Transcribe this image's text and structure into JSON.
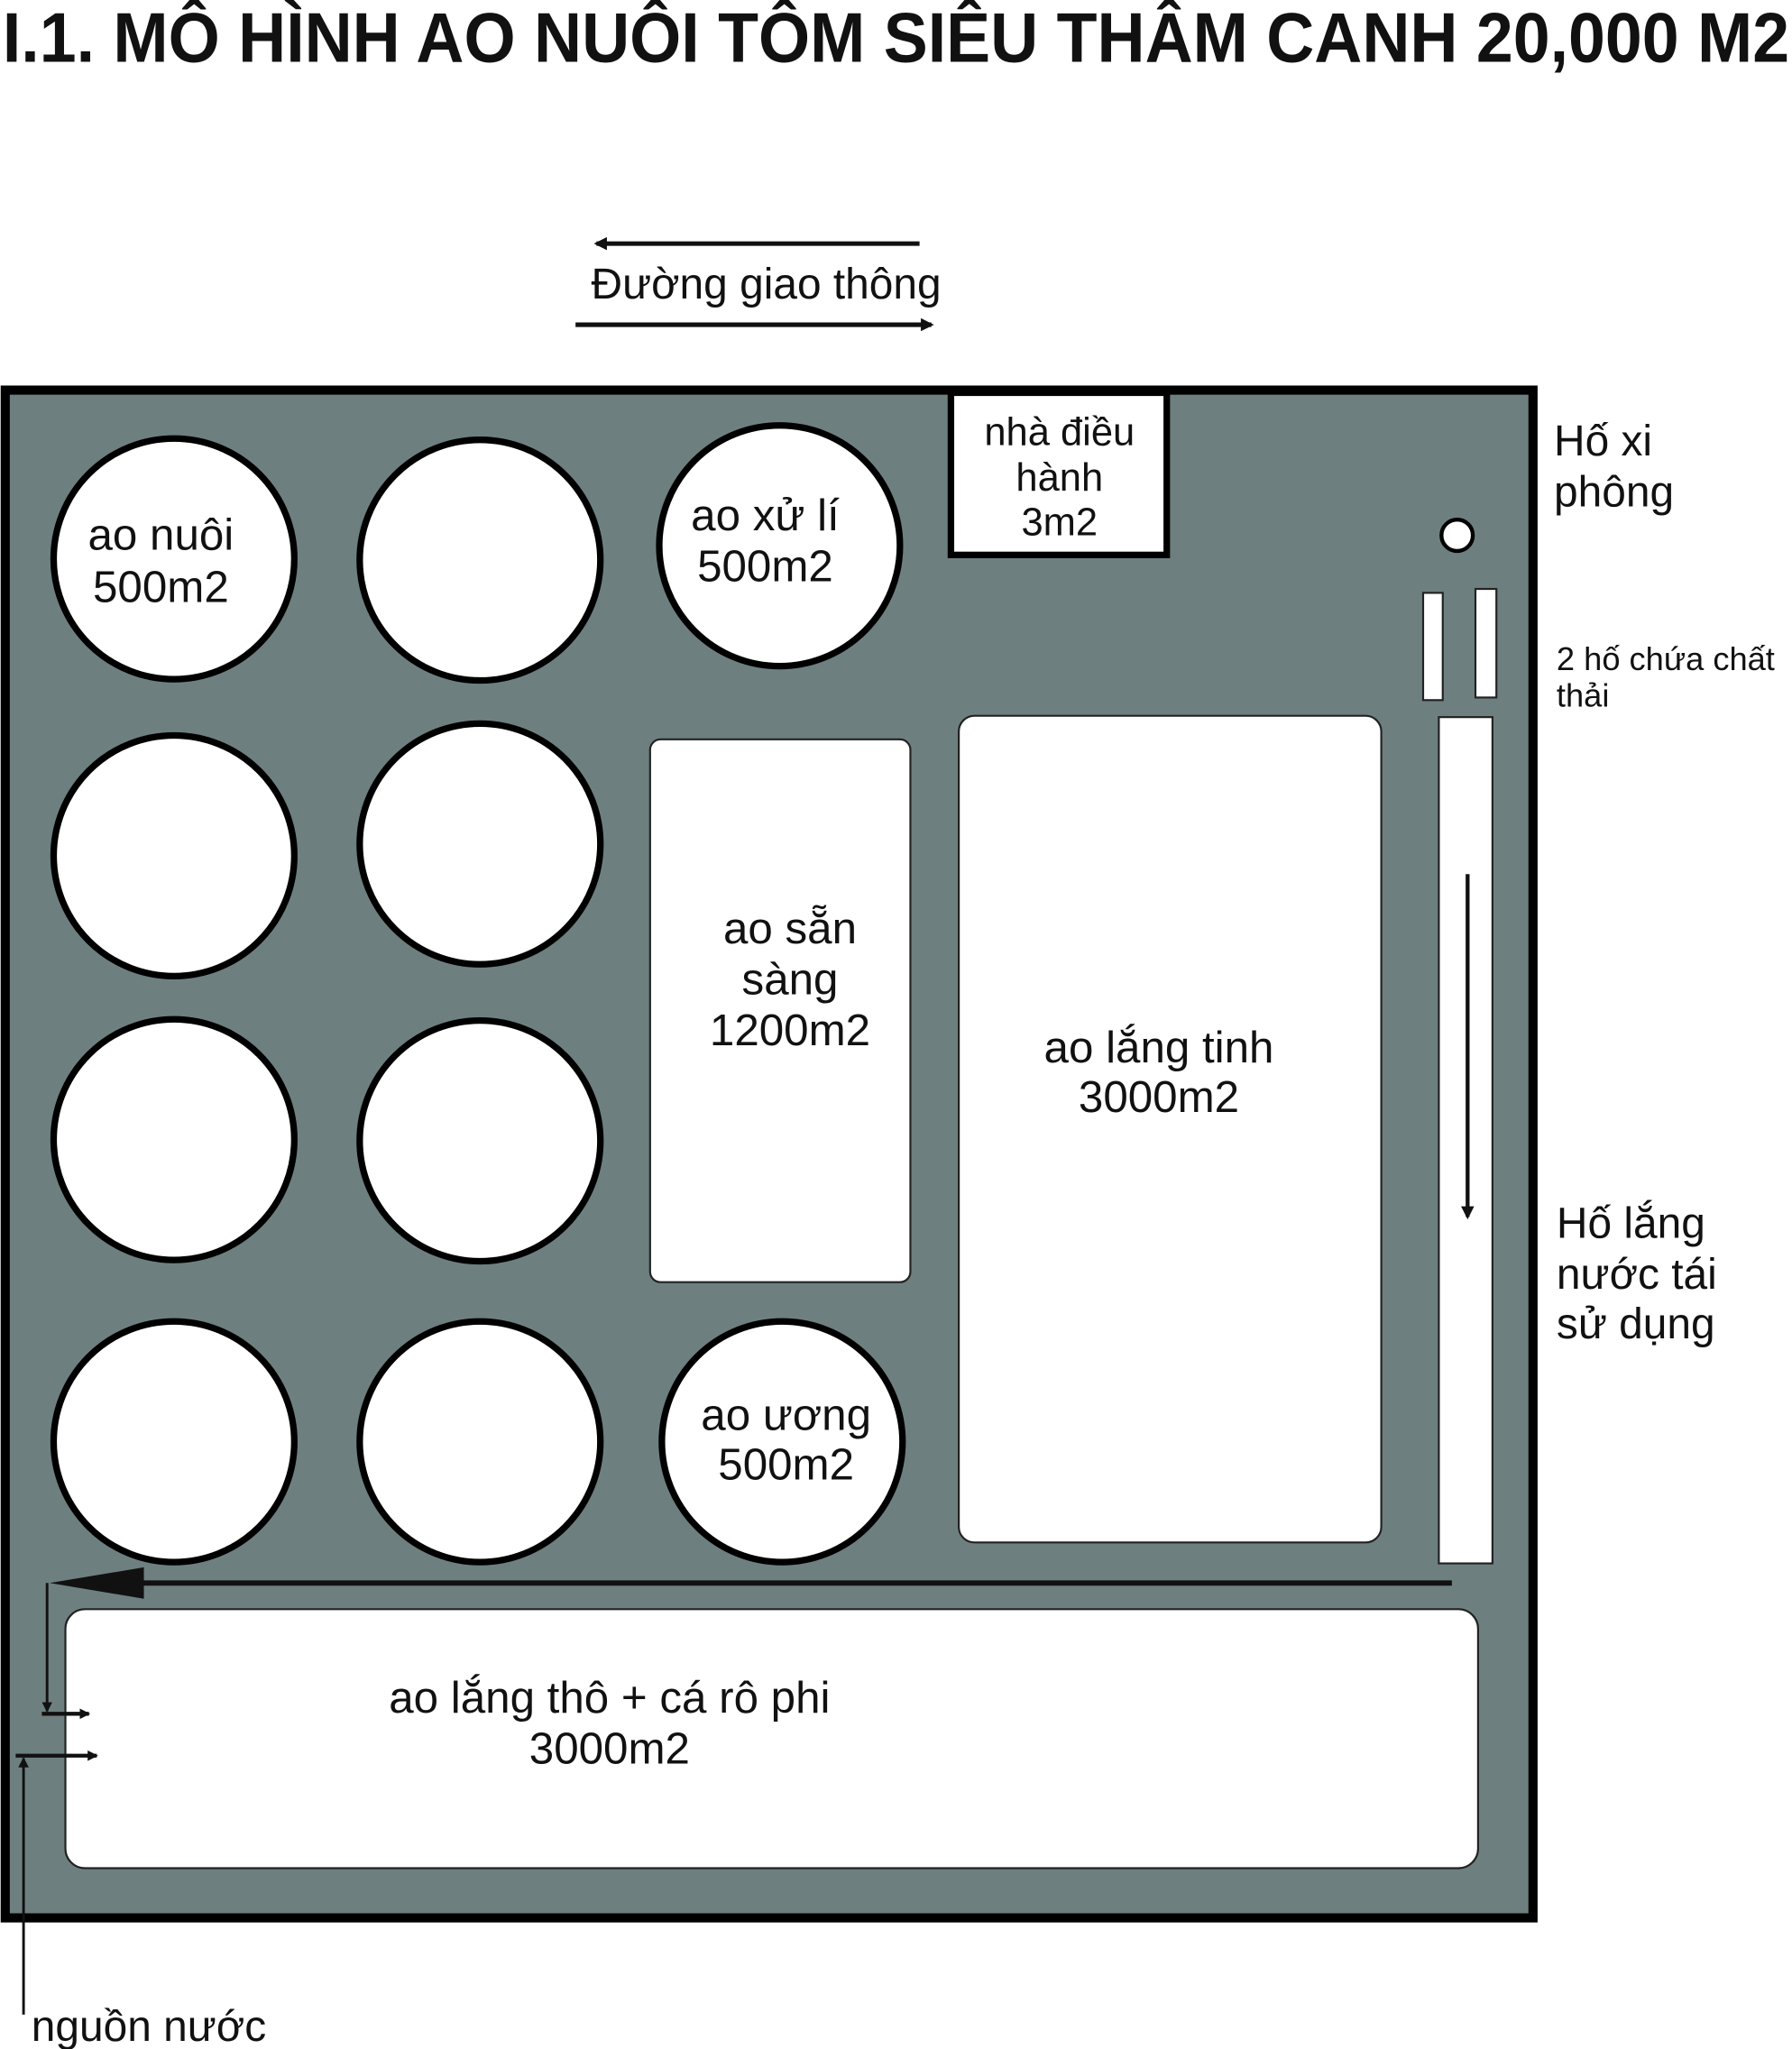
{
  "title": "I.1. MÔ HÌNH AO NUÔI TÔM SIÊU THÂM CANH 20,000 M2",
  "road": {
    "label": "Đường giao  thông"
  },
  "office": {
    "line1": "nhà điều",
    "line2": "hành",
    "line3": "3m2"
  },
  "ponds": {
    "grow": {
      "line1": "ao nuôi",
      "line2": "500m2"
    },
    "treatment": {
      "line1": "ao xử lí",
      "line2": "500m2"
    },
    "ready": {
      "line1": "ao sẵn",
      "line2": "sàng",
      "line3": "1200m2"
    },
    "fine_settling": {
      "line1": "ao lắng tinh",
      "line2": "3000m2"
    },
    "nursery": {
      "line1": "ao ương",
      "line2": "500m2"
    },
    "coarse_settling": {
      "line1": "ao lắng thô + cá rô phi",
      "line2": "3000m2"
    }
  },
  "side_labels": {
    "siphon": {
      "line1": "Hố xi",
      "line2": "phông"
    },
    "waste": {
      "line1": "2 hố chứa chất",
      "line2": "thải"
    },
    "reuse": {
      "line1": "Hố lắng",
      "line2": "nước tái",
      "line3": "sử dụng"
    }
  },
  "water_source": "nguồn nước",
  "colors": {
    "ground": "#6e7f80",
    "pond": "#ffffff",
    "outline": "#000000"
  }
}
